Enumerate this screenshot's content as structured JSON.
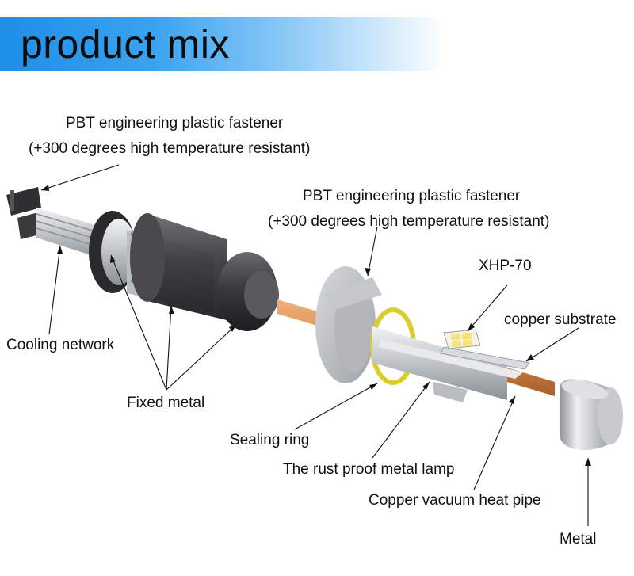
{
  "header": {
    "title": "product mix"
  },
  "labels": {
    "fastener_left_line1": "PBT engineering plastic fastener",
    "fastener_left_line2": "(+300 degrees high temperature resistant)",
    "fastener_right_line1": "PBT engineering plastic fastener",
    "fastener_right_line2": "(+300 degrees high temperature resistant)",
    "chip": "XHP-70",
    "copper_substrate": "copper substrate",
    "cooling_network": "Cooling network",
    "fixed_metal": "Fixed metal",
    "sealing_ring": "Sealing ring",
    "rust_proof_lamp": "The rust proof metal lamp",
    "copper_heat_pipe": "Copper vacuum heat pipe",
    "metal": "Metal"
  },
  "colors": {
    "banner_blue": "#1f8ee8",
    "copper": "#d2894e",
    "sealing_ring": "#d8cf2e",
    "dark_plastic": "#3d3d40",
    "silver": "#c8ccd0"
  }
}
